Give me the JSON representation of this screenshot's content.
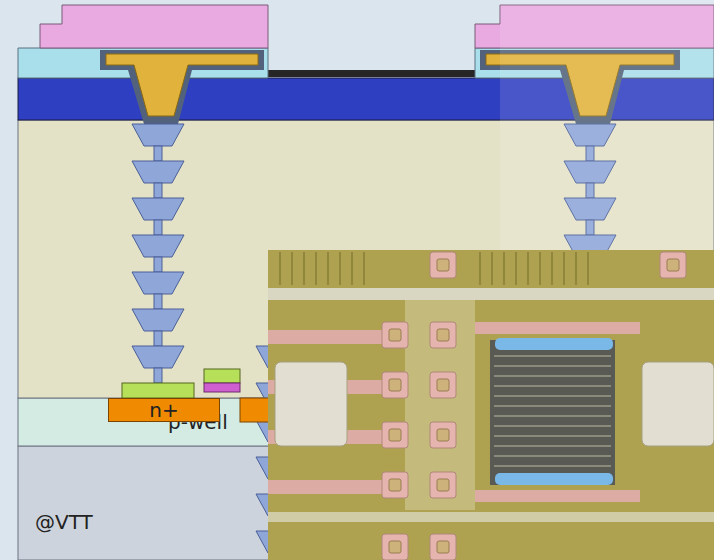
{
  "diagram": {
    "nodes": [
      {
        "text": [
          "p-well"
        ]
      },
      {
        "text": [
          "n+"
        ],
        "in": 0
      }
    ],
    "labels": [
      "@VTT"
    ]
  }
}
